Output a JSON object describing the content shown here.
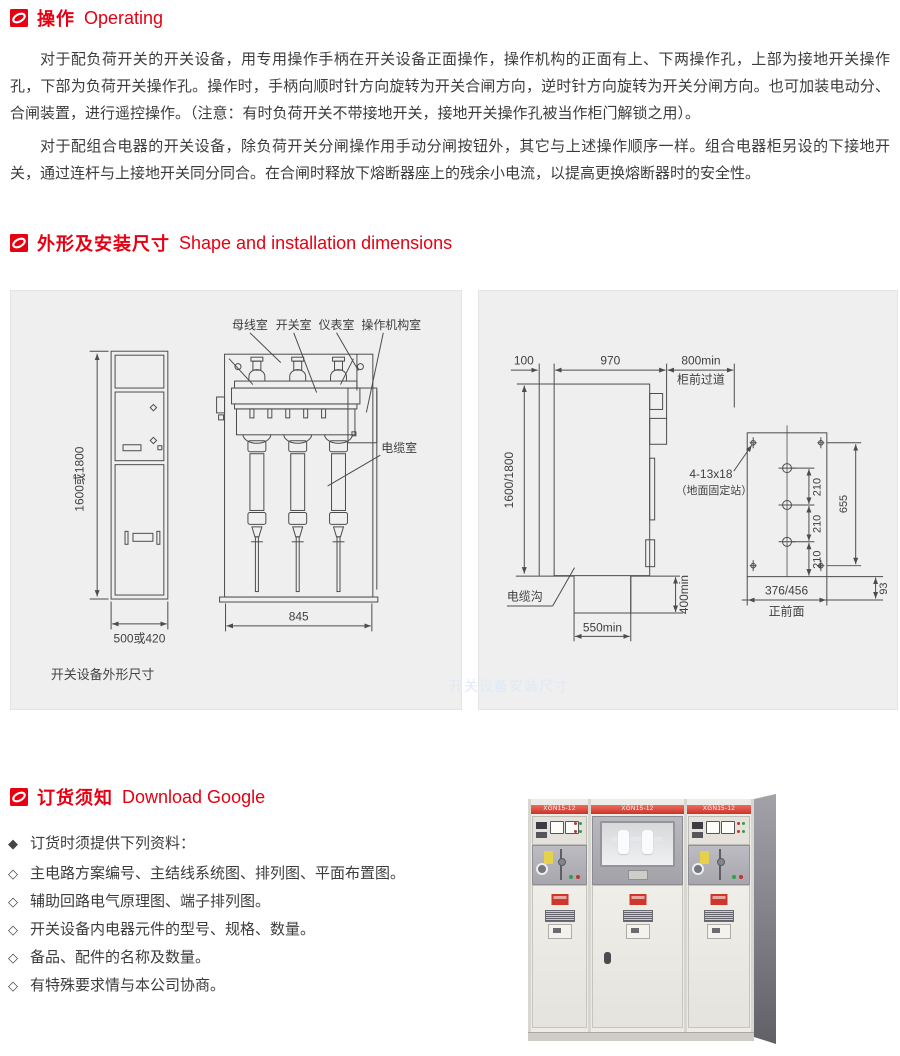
{
  "meta": {
    "accent_red": "#e60012",
    "panel_bg": "#efefef",
    "line_color": "#4c4c4c"
  },
  "operating": {
    "title_zh": "操作",
    "title_en": "Operating",
    "para1": "对于配负荷开关的开关设备，用专用操作手柄在开关设备正面操作，操作机构的正面有上、下两操作孔，上部为接地开关操作孔，下部为负荷开关操作孔。操作时，手柄向顺时针方向旋转为开关合闸方向，逆时针方向旋转为开关分闸方向。也可加装电动分、合闸装置，进行遥控操作。（注意：有时负荷开关不带接地开关，接地开关操作孔被当作柜门解锁之用）。",
    "para2": "对于配组合电器的开关设备，除负荷开关分闸操作用手动分闸按钮外，其它与上述操作顺序一样。组合电器柜另设的下接地开关，通过连杆与上接地开关同分同合。在合闸时释放下熔断器座上的残余小电流，以提高更换熔断器时的安全性。"
  },
  "shape": {
    "title_zh": "外形及安装尺寸",
    "title_en": "Shape and installation dimensions",
    "outline": {
      "compartments": {
        "busbar": "母线室",
        "switch": "开关室",
        "instrument": "仪表室",
        "mechanism": "操作机构室",
        "cable": "电缆室"
      },
      "dim_height": "1600或1800",
      "dim_width_side": "500或420",
      "dim_width_front": "845",
      "caption": "开关设备外形尺寸"
    },
    "install": {
      "dim_back_gap": "100",
      "dim_depth": "970",
      "dim_aisle": "800min",
      "aisle_label": "柜前过道",
      "dim_height": "1600/1800",
      "trench_label": "电缆沟",
      "dim_trench_depth": "400min",
      "dim_trench_width": "550min",
      "anchor_note_line1": "4-13x18",
      "anchor_note_line2": "（地面固定站）",
      "dim_hole_pitch": "210",
      "dim_bolt_span": "655",
      "dim_front_offset": "93",
      "dim_bolt_width": "376/456",
      "front_label": "正前面",
      "watermark": "开关设备安装尺寸"
    }
  },
  "ordering": {
    "title_zh": "订货须知",
    "title_en": "Download Google",
    "intro_bullet": "◆",
    "item_bullet": "◇",
    "intro": "订货时须提供下列资料：",
    "items": [
      "主电路方案编号、主结线系统图、排列图、平面布置图。",
      "辅助回路电气原理图、端子排列图。",
      "开关设备内电器元件的型号、规格、数量。",
      "备品、配件的名称及数量。",
      "有特殊要求情与本公司协商。"
    ],
    "photo": {
      "model": "XGN15-12"
    }
  }
}
